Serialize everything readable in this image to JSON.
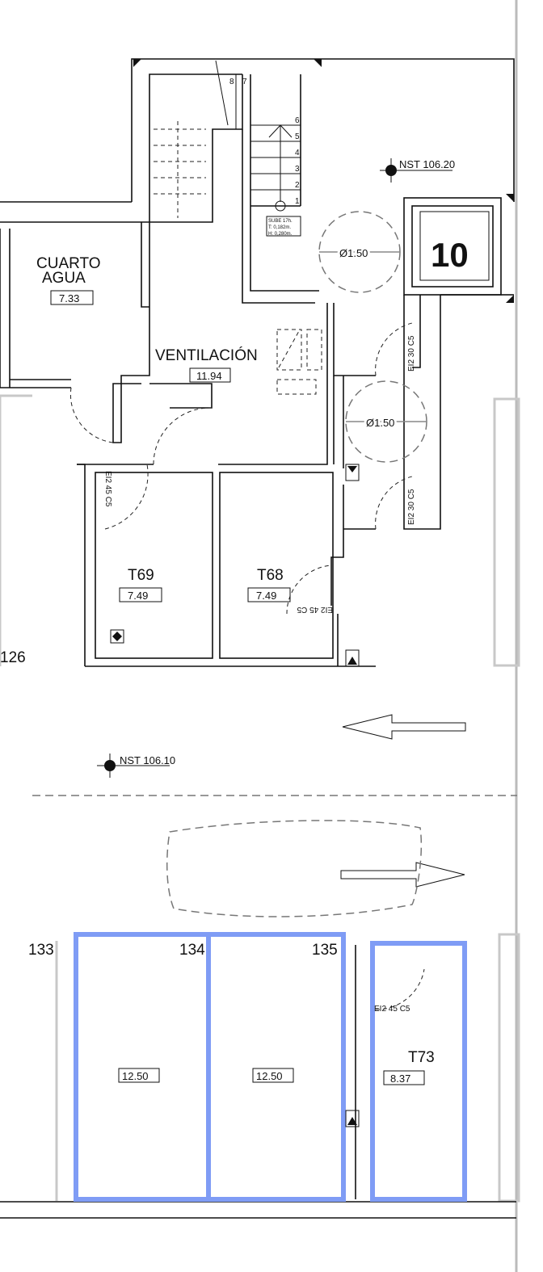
{
  "rooms": {
    "cuarto_agua": {
      "name_line1": "CUARTO",
      "name_line2": "AGUA",
      "area": "7.33"
    },
    "ventilacion": {
      "name": "VENTILACIÓN",
      "area": "11.94"
    },
    "t69": {
      "name": "T69",
      "area": "7.49"
    },
    "t68": {
      "name": "T68",
      "area": "7.49"
    },
    "t73": {
      "name": "T73",
      "area": "8.37"
    },
    "space_134": {
      "area": "12.50"
    },
    "space_135": {
      "area": "12.50"
    }
  },
  "levels": {
    "upper": "NST 106.20",
    "lower": "NST 106.10"
  },
  "turning_circles": [
    "Ø1.50",
    "Ø1.50"
  ],
  "elevator_number": "10",
  "stair": {
    "steps": [
      "1",
      "2",
      "3",
      "4",
      "5",
      "6",
      "7",
      "8"
    ],
    "note_line1": "SUBE 17h.",
    "note_line2": "T: 0,182m.",
    "note_line3": "H: 0,280m."
  },
  "doors": {
    "door1": "EI2 30 C5",
    "door2": "EI2 30 C5",
    "door3": "EI2 45 C5",
    "door4": "EI2 45 C5",
    "door5": "EI2 45 C5"
  },
  "space_numbers": [
    "126",
    "133",
    "134",
    "135"
  ],
  "colors": {
    "highlight": "#7f9cf5",
    "wall": "#111111"
  }
}
